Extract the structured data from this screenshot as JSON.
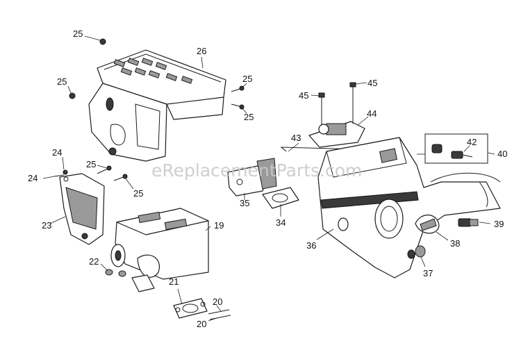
{
  "watermark": "eReplacementParts.com",
  "callouts": {
    "c19": "19",
    "c20a": "20",
    "c20b": "20",
    "c21": "21",
    "c22": "22",
    "c23": "23",
    "c24a": "24",
    "c24b": "24",
    "c25a": "25",
    "c25b": "25",
    "c25c": "25",
    "c25d": "25",
    "c25e": "25",
    "c25f": "25",
    "c26": "26",
    "c34": "34",
    "c35": "35",
    "c36": "36",
    "c37": "37",
    "c38": "38",
    "c39": "39",
    "c40": "40",
    "c42": "42",
    "c43": "43",
    "c44": "44",
    "c45a": "45",
    "c45b": "45"
  }
}
